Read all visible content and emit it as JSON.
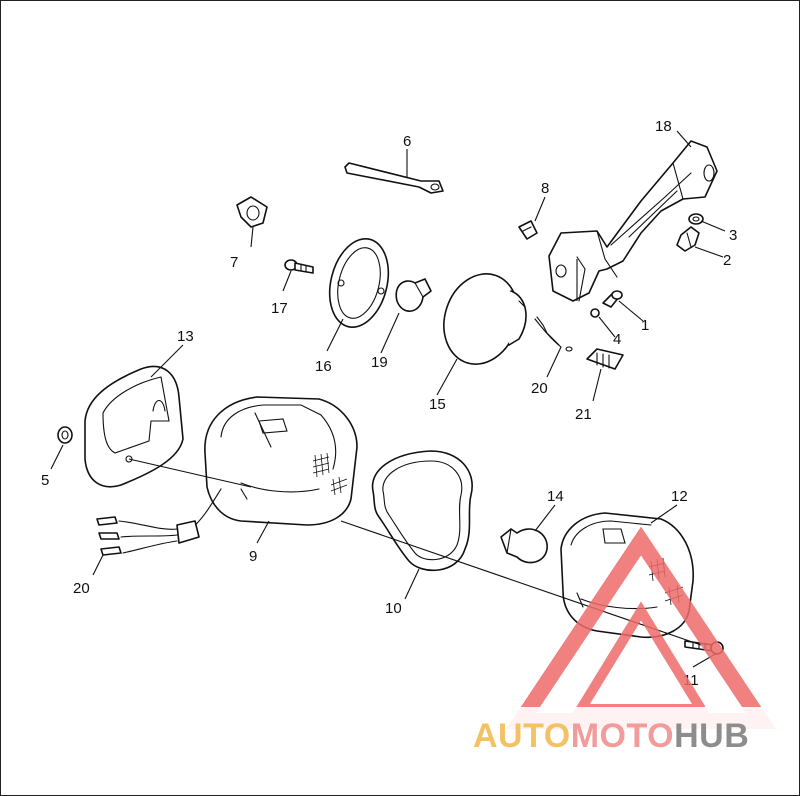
{
  "diagram": {
    "callouts": {
      "c1": "1",
      "c2": "2",
      "c3": "3",
      "c4": "4",
      "c5": "5",
      "c6": "6",
      "c7": "7",
      "c8": "8",
      "c9": "9",
      "c10": "10",
      "c11": "11",
      "c12": "12",
      "c13": "13",
      "c14": "14",
      "c15": "15",
      "c16": "16",
      "c17": "17",
      "c18": "18",
      "c19": "19",
      "c20a": "20",
      "c20b": "20",
      "c21": "21"
    }
  },
  "watermark": {
    "word_auto": "AUTO",
    "word_moto": "MOTO",
    "word_hub": "HUB",
    "color_auto": "#f2b84b",
    "color_moto": "#f08a8a",
    "color_hub": "#7a7a7a",
    "triangle_color": "#ef6b6b"
  }
}
